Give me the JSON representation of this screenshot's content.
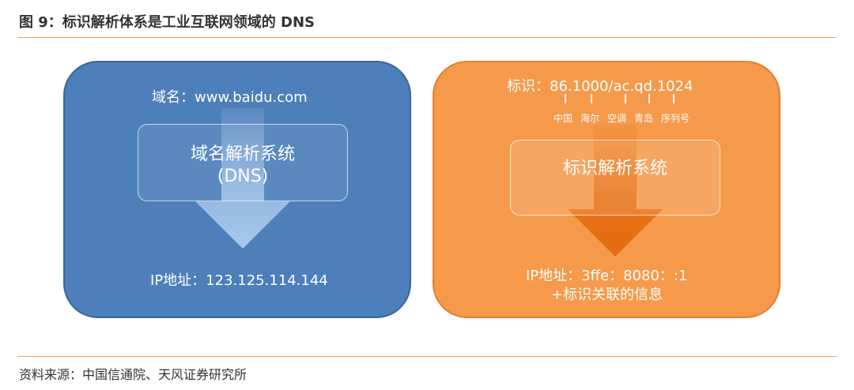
{
  "figure": {
    "title": "图 9：标识解析体系是工业互联网领域的 DNS",
    "source": "资料来源：中国信通院、天风证券研究所"
  },
  "dns_panel": {
    "input_label": "域名：www.baidu.com",
    "system_name_line1": "域名解析系统",
    "system_name_line2": "(DNS)",
    "output_label": "IP地址：123.125.114.144",
    "panel_color": "#4d7fba",
    "arrow_color": "#a9c8ec"
  },
  "identifier_panel": {
    "input_label": "标识：86.1000/ac.qd.1024",
    "segments": [
      "中国",
      "海尔",
      "空调",
      "青岛",
      "序列号"
    ],
    "system_name": "标识解析系统",
    "output_line1": "IP地址：3ffe：8080：:1",
    "output_line2": "+标识关联的信息",
    "panel_color": "#f59a4a",
    "arrow_color": "#e46b0f"
  },
  "accent_color": "#f0a05a"
}
